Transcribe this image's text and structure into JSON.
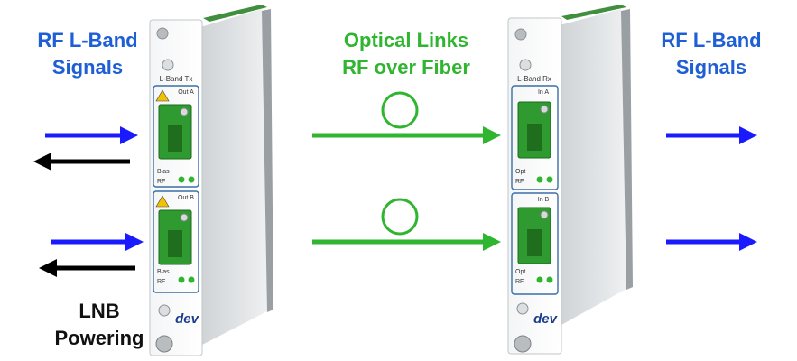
{
  "labels": {
    "rf_in_line1": "RF L-Band",
    "rf_in_line2": "Signals",
    "optical_line1": "Optical Links",
    "optical_line2": "RF over Fiber",
    "rf_out_line1": "RF L-Band",
    "rf_out_line2": "Signals",
    "lnb_line1": "LNB",
    "lnb_line2": "Powering"
  },
  "tx_module": {
    "title": "L-Band Tx",
    "port_a": "Out A",
    "port_b": "Out B",
    "led_label_1": "Bias",
    "led_label_2": "RF",
    "logo": "dev"
  },
  "rx_module": {
    "title": "L-Band Rx",
    "port_a": "In A",
    "port_b": "In B",
    "led_label_1": "Opt",
    "led_label_2": "RF",
    "logo": "dev"
  },
  "colors": {
    "rf_arrow": "#1a1aff",
    "dc_arrow": "#000000",
    "optical": "#2fb52f",
    "connector": "#2f9a2f",
    "led": "#2fb52f"
  }
}
